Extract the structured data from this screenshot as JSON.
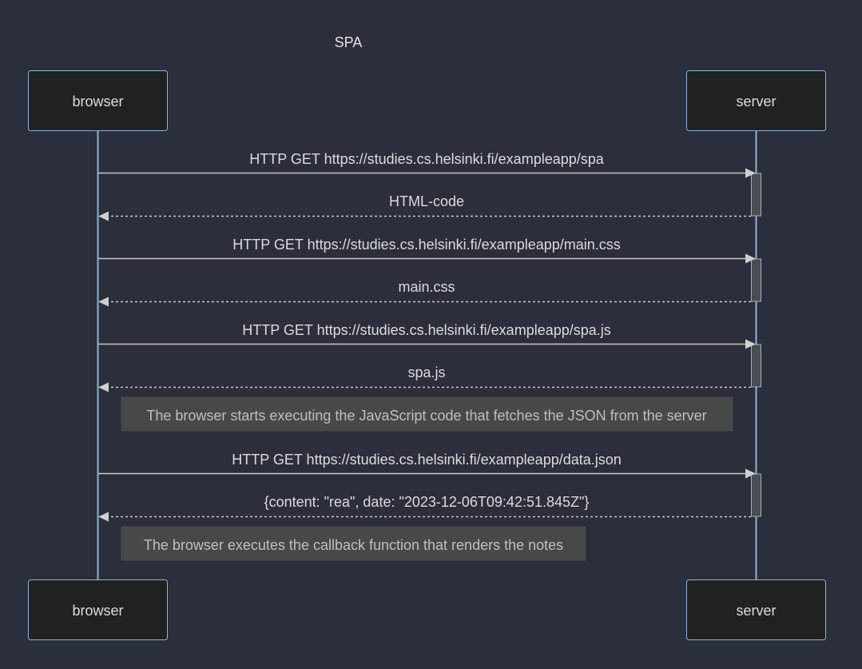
{
  "title": "SPA",
  "actors": {
    "browser": "browser",
    "server": "server"
  },
  "messages": [
    {
      "id": "m1",
      "from": "browser",
      "to": "server",
      "text": "HTTP GET https://studies.cs.helsinki.fi/exampleapp/spa",
      "style": "solid"
    },
    {
      "id": "m2",
      "from": "server",
      "to": "browser",
      "text": "HTML-code",
      "style": "dashed"
    },
    {
      "id": "m3",
      "from": "browser",
      "to": "server",
      "text": "HTTP GET https://studies.cs.helsinki.fi/exampleapp/main.css",
      "style": "solid"
    },
    {
      "id": "m4",
      "from": "server",
      "to": "browser",
      "text": "main.css",
      "style": "dashed"
    },
    {
      "id": "m5",
      "from": "browser",
      "to": "server",
      "text": "HTTP GET https://studies.cs.helsinki.fi/exampleapp/spa.js",
      "style": "solid"
    },
    {
      "id": "m6",
      "from": "server",
      "to": "browser",
      "text": "spa.js",
      "style": "dashed"
    },
    {
      "id": "m7",
      "from": "browser",
      "to": "server",
      "text": "HTTP GET https://studies.cs.helsinki.fi/exampleapp/data.json",
      "style": "solid"
    },
    {
      "id": "m8",
      "from": "server",
      "to": "browser",
      "text": "{content: \"rea\", date: \"2023-12-06T09:42:51.845Z\"}",
      "style": "dashed"
    }
  ],
  "notes": [
    {
      "id": "n1",
      "text": "The browser starts executing the JavaScript code that fetches the JSON from the server"
    },
    {
      "id": "n2",
      "text": "The browser executes the callback function that renders the notes"
    }
  ],
  "colors": {
    "background": "#2a2f3b",
    "actor_fill": "#202121",
    "actor_border": "#8fb2d9",
    "lifeline": "#8fb2d9",
    "message_line": "#c9c9c9",
    "note_fill": "#474848",
    "text": "#dcdcdc"
  }
}
